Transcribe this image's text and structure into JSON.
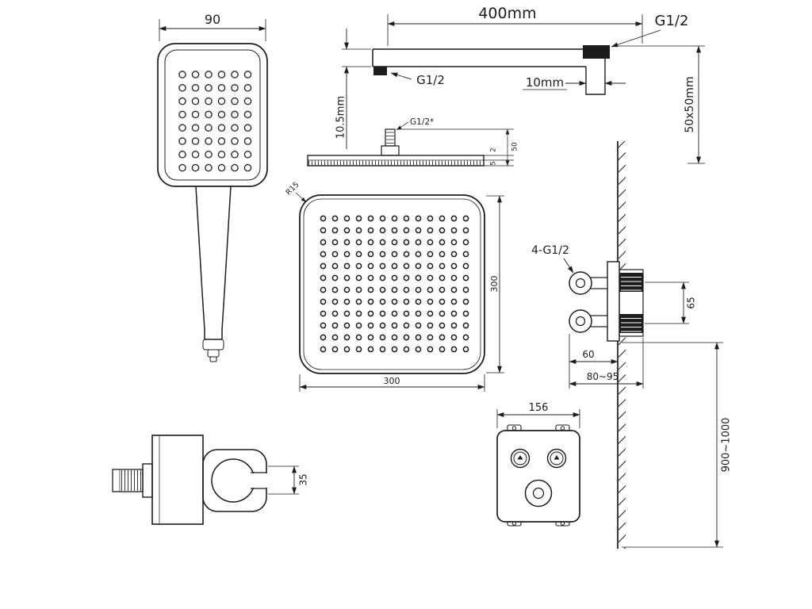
{
  "drawing": {
    "ink_color": "#1c1c1c",
    "background_color": "#ffffff",
    "hand_shower": {
      "width_label": "90"
    },
    "shower_arm": {
      "length_label": "400mm",
      "wall_thread_label": "G1/2",
      "head_thread_label": "G1/2",
      "flange_thickness_label": "10mm",
      "drop_label": "10.5mm",
      "profile_label": "50x50mm"
    },
    "overhead_shower_side": {
      "thread_label": "G1/2*",
      "lip_label": "2",
      "plate_label": "5",
      "height_label": "50"
    },
    "overhead_shower_top": {
      "corner_radius_label": "R15",
      "width_label": "300",
      "depth_label": "300"
    },
    "mixer_valve": {
      "ports_label": "4-G1/2",
      "port_spacing_label": "65",
      "body_depth_label": "60",
      "wall_depth_label": "80~95",
      "install_height_label": "900~1000"
    },
    "wall_bracket": {
      "holder_label": "35"
    },
    "front_panel": {
      "width_label": "156"
    }
  }
}
